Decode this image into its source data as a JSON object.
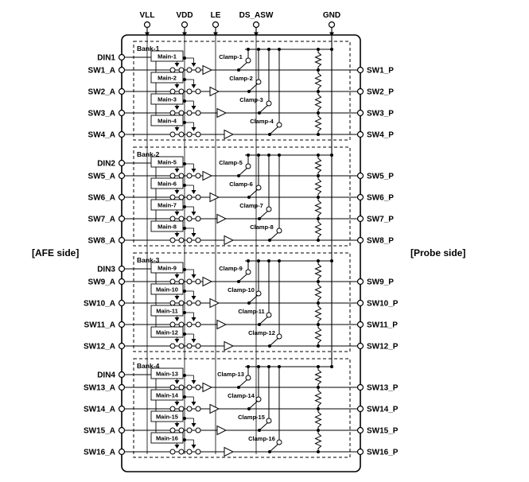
{
  "colors": {
    "ink": "#000000",
    "bg": "#ffffff"
  },
  "sides": {
    "left": "[AFE side]",
    "right": "[Probe side]"
  },
  "top_terminals": [
    "VLL",
    "VDD",
    "LE",
    "DS_ASW",
    "GND"
  ],
  "banks": [
    {
      "label": "Bank-1",
      "din": "DIN1",
      "rows": [
        {
          "main": "Main-1",
          "clamp": "Clamp-1",
          "input": "SW1_A",
          "output": "SW1_P"
        },
        {
          "main": "Main-2",
          "clamp": "Clamp-2",
          "input": "SW2_A",
          "output": "SW2_P"
        },
        {
          "main": "Main-3",
          "clamp": "Clamp-3",
          "input": "SW3_A",
          "output": "SW3_P"
        },
        {
          "main": "Main-4",
          "clamp": "Clamp-4",
          "input": "SW4_A",
          "output": "SW4_P"
        }
      ]
    },
    {
      "label": "Bank-2",
      "din": "DIN2",
      "rows": [
        {
          "main": "Main-5",
          "clamp": "Clamp-5",
          "input": "SW5_A",
          "output": "SW5_P"
        },
        {
          "main": "Main-6",
          "clamp": "Clamp-6",
          "input": "SW6_A",
          "output": "SW6_P"
        },
        {
          "main": "Main-7",
          "clamp": "Clamp-7",
          "input": "SW7_A",
          "output": "SW7_P"
        },
        {
          "main": "Main-8",
          "clamp": "Clamp-8",
          "input": "SW8_A",
          "output": "SW8_P"
        }
      ]
    },
    {
      "label": "Bank-3",
      "din": "DIN3",
      "rows": [
        {
          "main": "Main-9",
          "clamp": "Clamp-9",
          "input": "SW9_A",
          "output": "SW9_P"
        },
        {
          "main": "Main-10",
          "clamp": "Clamp-10",
          "input": "SW10_A",
          "output": "SW10_P"
        },
        {
          "main": "Main-11",
          "clamp": "Clamp-11",
          "input": "SW11_A",
          "output": "SW11_P"
        },
        {
          "main": "Main-12",
          "clamp": "Clamp-12",
          "input": "SW12_A",
          "output": "SW12_P"
        }
      ]
    },
    {
      "label": "Bank-4",
      "din": "DIN4",
      "rows": [
        {
          "main": "Main-13",
          "clamp": "Clamp-13",
          "input": "SW13_A",
          "output": "SW13_P"
        },
        {
          "main": "Main-14",
          "clamp": "Clamp-14",
          "input": "SW14_A",
          "output": "SW14_P"
        },
        {
          "main": "Main-15",
          "clamp": "Clamp-15",
          "input": "SW15_A",
          "output": "SW15_P"
        },
        {
          "main": "Main-16",
          "clamp": "Clamp-16",
          "input": "SW16_A",
          "output": "SW16_P"
        }
      ]
    }
  ]
}
